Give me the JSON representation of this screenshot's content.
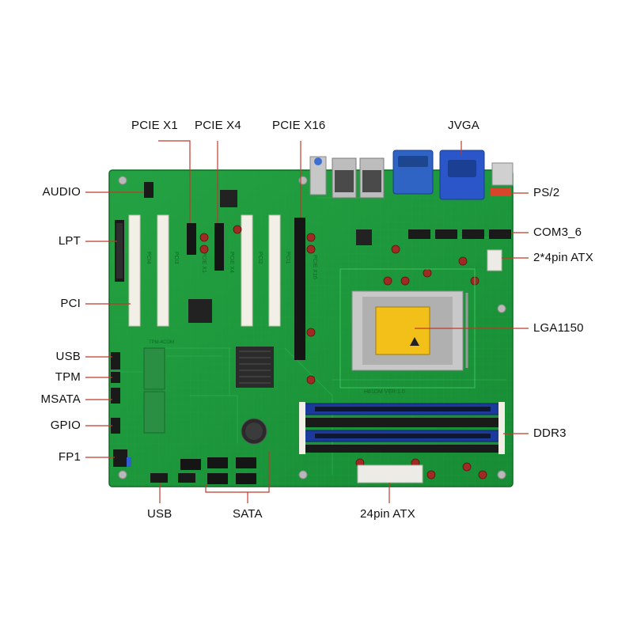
{
  "colors": {
    "board": "#1f9a3c",
    "board_dark": "#137a2c",
    "trace": "#2cae4a",
    "leader": "#c0392b",
    "slot_white": "#f2efe6",
    "slot_black": "#151515",
    "dimm_blue": "#1b3a9c",
    "vga_blue": "#2a56c9",
    "cpu_gold": "#f3c01a",
    "heatsink": "#2b2b2b",
    "connector_white": "#ecebe6",
    "header_black": "#1a1a1a",
    "ps2_red": "#d9452b"
  },
  "labels": {
    "top": {
      "pcie_x1": "PCIE X1",
      "pcie_x4": "PCIE X4",
      "pcie_x16": "PCIE X16",
      "jvga": "JVGA"
    },
    "left": {
      "audio": "AUDIO",
      "lpt": "LPT",
      "pci": "PCI",
      "usb": "USB",
      "tpm": "TPM",
      "msata": "MSATA",
      "gpio": "GPIO",
      "fp1": "FP1"
    },
    "right": {
      "ps2": "PS/2",
      "com3_6": "COM3_6",
      "atx_2x4": "2*4pin ATX",
      "lga1150": "LGA1150",
      "ddr3": "DDR3"
    },
    "bottom": {
      "usb": "USB",
      "sata": "SATA",
      "atx_24": "24pin ATX"
    }
  },
  "silkscreen": {
    "pci4": "PCI4",
    "pci3": "PCI3",
    "pcie_x1": "PCIE X1",
    "pcie_x4": "PCIE X4",
    "pci2": "PCI2",
    "pci1": "PCI1",
    "pcie_x16": "PCIE X16",
    "tpm": "TPM-4COM",
    "model": "H81DM VER:1.0"
  }
}
